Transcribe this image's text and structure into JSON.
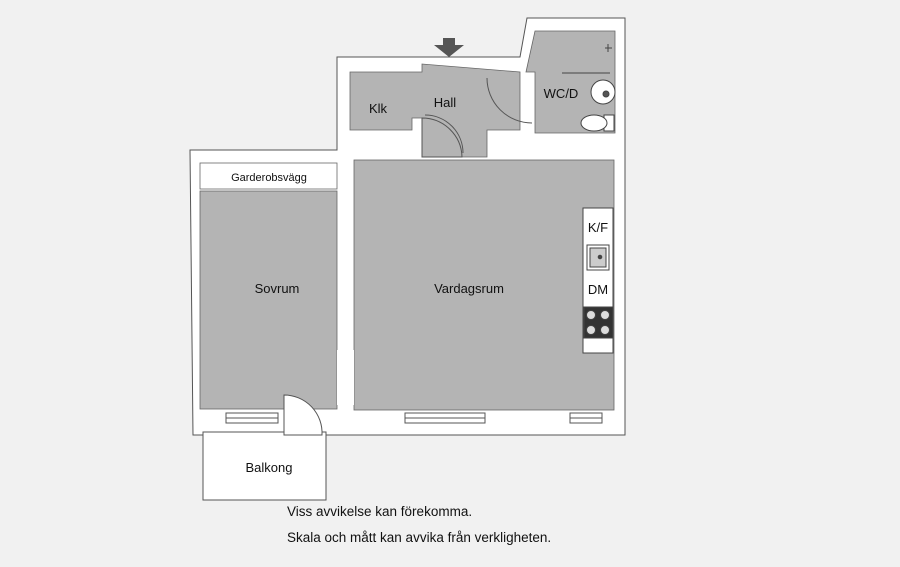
{
  "rooms": {
    "klk": "Klk",
    "hall": "Hall",
    "wc": "WC/D",
    "garderob": "Garderobsvägg",
    "sovrum": "Sovrum",
    "vardagsrum": "Vardagsrum",
    "kf": "K/F",
    "dm": "DM",
    "balkong": "Balkong"
  },
  "notes": {
    "line1": "Viss avvikelse kan förekomma.",
    "line2": "Skala och mått kan avvika från verkligheten."
  },
  "icons": [
    "entrance-arrow-icon",
    "sink-icon",
    "toilet-icon",
    "kitchen-sink-icon",
    "stove-icon",
    "door-swing-icon"
  ],
  "colors": {
    "floor": "#b4b4b4",
    "wall": "#ffffff",
    "background": "#f1f1f1",
    "outline": "#555555"
  }
}
